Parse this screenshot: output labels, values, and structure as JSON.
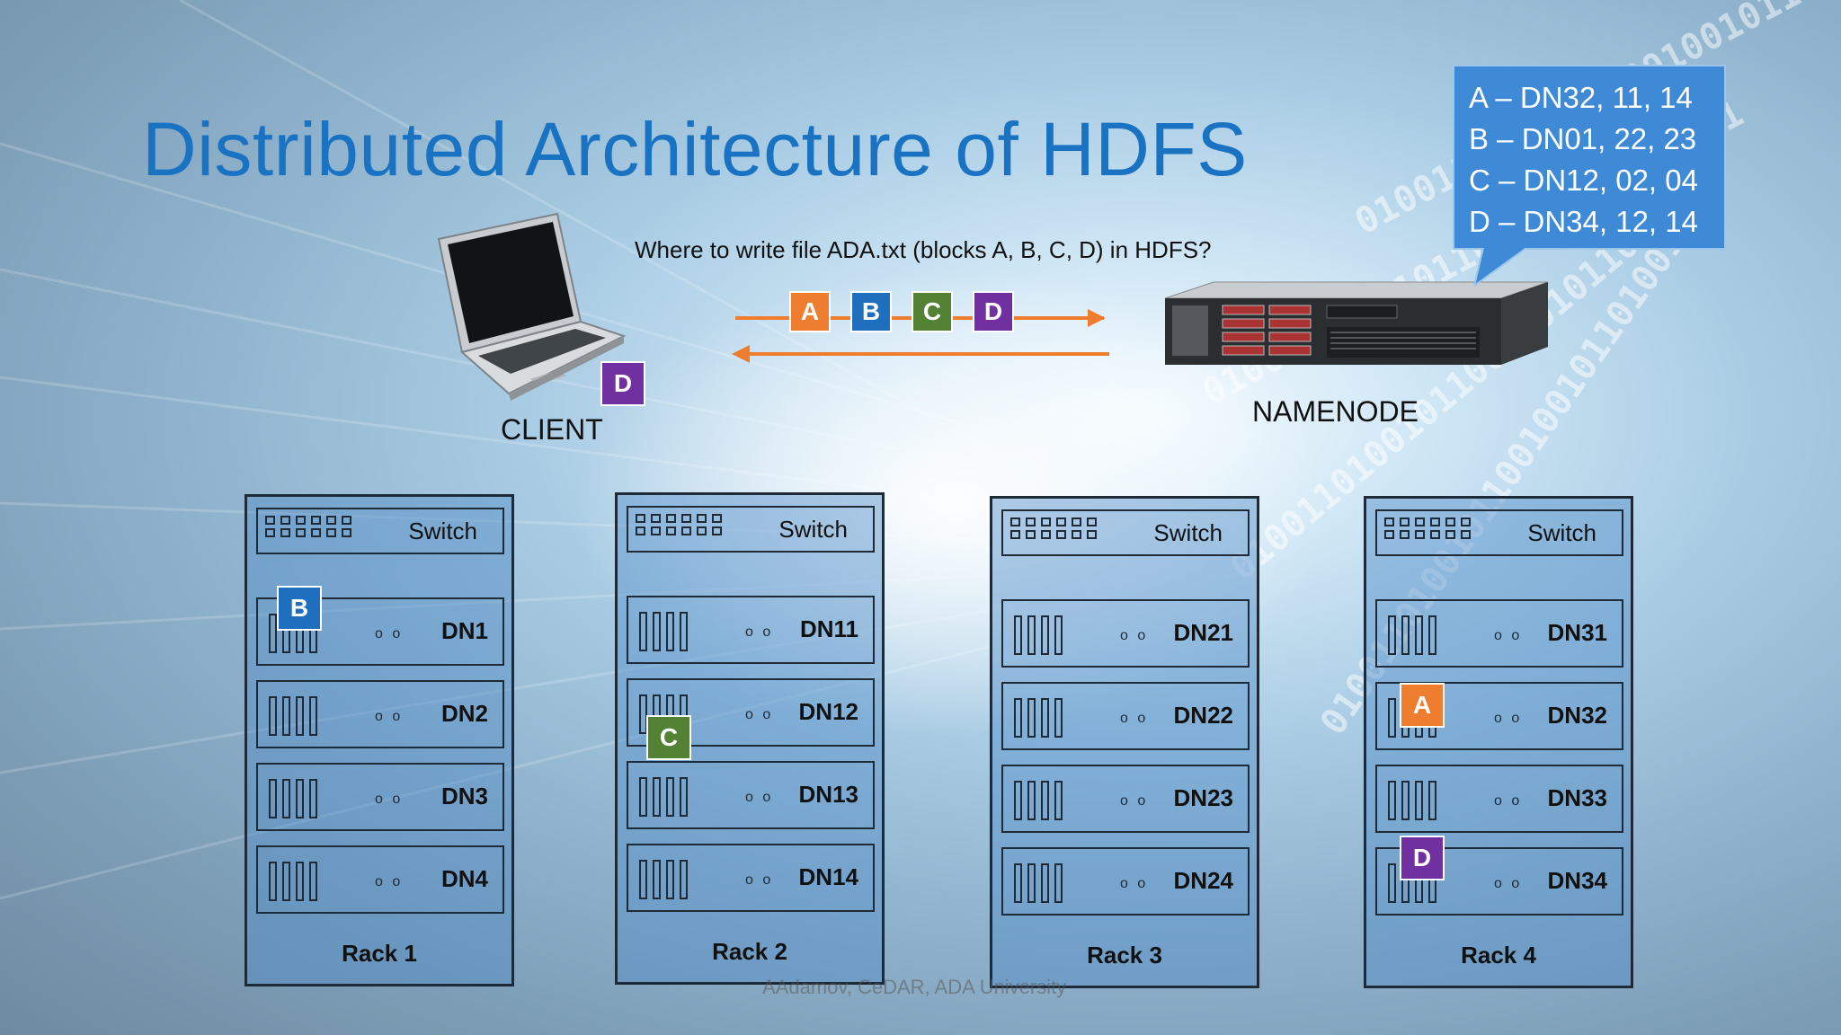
{
  "title": "Distributed Architecture of HDFS",
  "question": "Where to write file ADA.txt (blocks A, B, C, D) in HDFS?",
  "client_label": "CLIENT",
  "namenode_label": "NAMENODE",
  "callout": [
    "A – DN32, 11, 14",
    "B – DN01, 22, 23",
    "C – DN12, 02, 04",
    "D – DN34, 12, 14"
  ],
  "blocks": {
    "A": "A",
    "B": "B",
    "C": "C",
    "D": "D"
  },
  "block_colors": {
    "A": "#ee7d2f",
    "B": "#1f6fbf",
    "C": "#548235",
    "D": "#7030a0"
  },
  "switch_label": "Switch",
  "racks": [
    {
      "label": "Rack 1",
      "nodes": [
        "DN1",
        "DN2",
        "DN3",
        "DN4"
      ]
    },
    {
      "label": "Rack 2",
      "nodes": [
        "DN11",
        "DN12",
        "DN13",
        "DN14"
      ]
    },
    {
      "label": "Rack 3",
      "nodes": [
        "DN21",
        "DN22",
        "DN23",
        "DN24"
      ]
    },
    {
      "label": "Rack 4",
      "nodes": [
        "DN31",
        "DN32",
        "DN33",
        "DN34"
      ]
    }
  ],
  "leds": "o o",
  "footer": "AAdamov, CeDAR, ADA University",
  "background_text": "0100110100101100100101101001"
}
